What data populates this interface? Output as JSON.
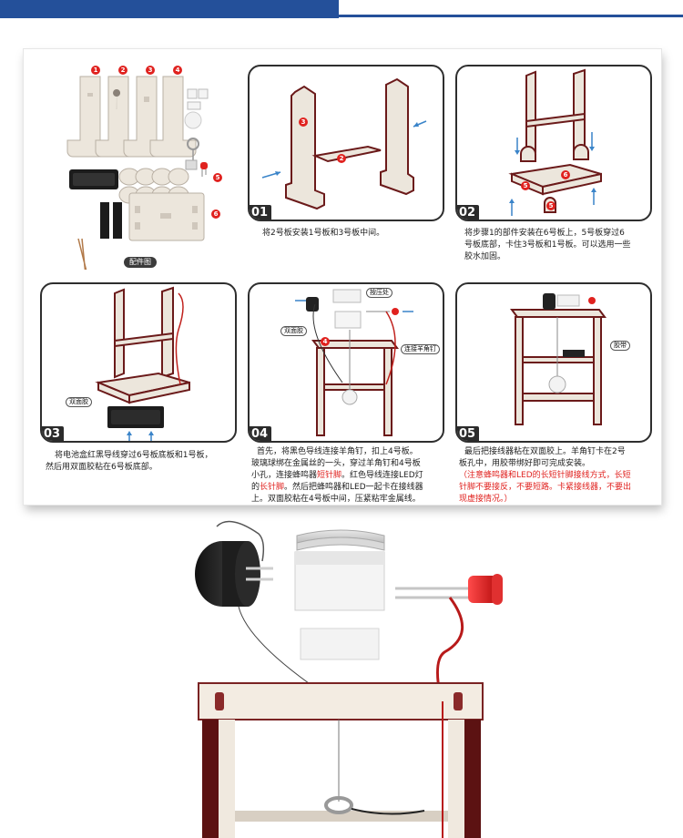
{
  "parts": {
    "badges": [
      "1",
      "2",
      "3",
      "4",
      "5",
      "6"
    ],
    "label": "配件图"
  },
  "steps": [
    {
      "num": "01",
      "caption": [
        "将2号板安装1号板和3号板中间。"
      ],
      "labels": [
        "3",
        "2"
      ]
    },
    {
      "num": "02",
      "caption": [
        "将步骤1的部件安装在6号板上，5号板穿过6",
        "号板底部，卡住3号板和1号板。可以选用一些",
        "胶水加固。"
      ],
      "labels": [
        "6",
        "5",
        "5"
      ]
    },
    {
      "num": "03",
      "caption": [
        "将电池盒红黑导线穿过6号板底板和1号板，",
        "然后用双面胶粘在6号板底部。"
      ],
      "labels": [
        "双面胶"
      ]
    },
    {
      "num": "04",
      "caption_parts": [
        {
          "t": "首先，将黑色导线连接羊角钉，扣上4号板。"
        },
        {
          "t": "玻璃球绑在金属丝的一头，穿过羊角钉和4号板"
        },
        {
          "t": "小孔，连接蜂鸣器"
        },
        {
          "t": "短针脚",
          "red": true
        },
        {
          "t": "。红色导线连接LED灯"
        },
        {
          "t": "的"
        },
        {
          "t": "长针脚",
          "red": true
        },
        {
          "t": "。然后把蜂鸣器和LED一起卡在接线器"
        },
        {
          "t": "上。双面胶粘在4号板中间，压紧粘牢金属线。"
        }
      ],
      "labels": [
        "按压处",
        "双面胶",
        "4",
        "连接羊角钉"
      ]
    },
    {
      "num": "05",
      "caption": [
        "最后把接线器粘在双面胶上。羊角钉卡在2号",
        "板孔中，用胶带绑好即可完成安装。"
      ],
      "caption_red": [
        "（注意蜂鸣器和LED的长短针脚接线方式，长短",
        "针脚不要接反，不要短路。卡紧接线器，不要出",
        "现虚接情况。）"
      ],
      "labels": [
        "胶带"
      ]
    }
  ],
  "colors": {
    "accent": "#24509a",
    "wood": "#ece6dc",
    "edge": "#6b1a1a",
    "red": "#e0221f"
  }
}
